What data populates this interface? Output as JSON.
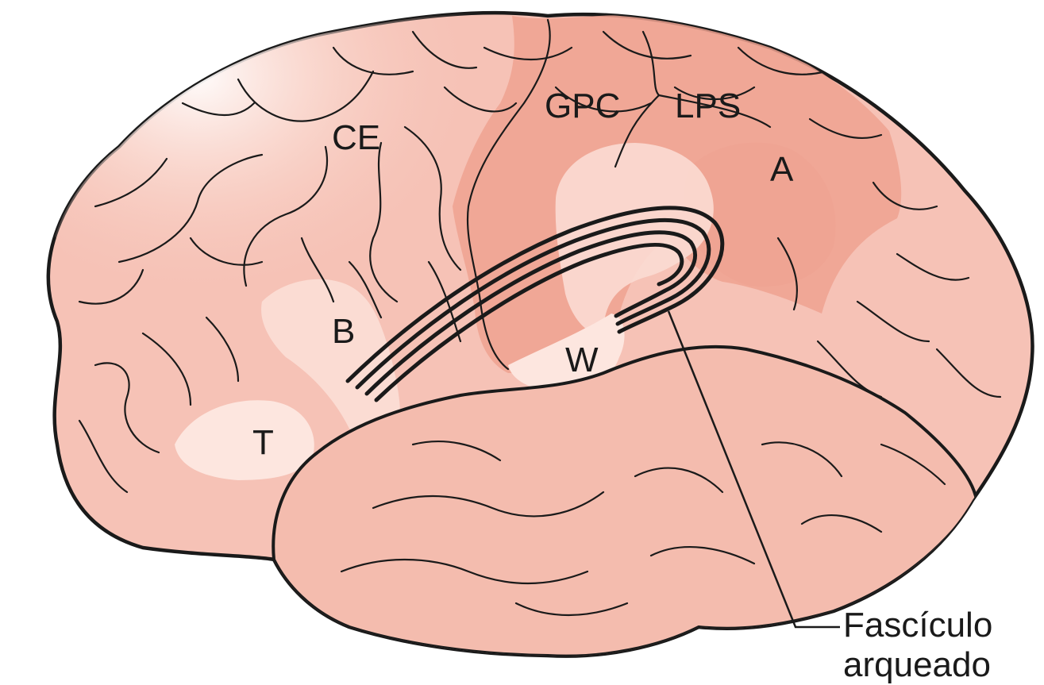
{
  "labels": {
    "ce": "CE",
    "gpc": "GPC",
    "lps": "LPS",
    "a": "A",
    "b": "B",
    "w": "W",
    "t": "T"
  },
  "callout": {
    "line1": "Fascículo",
    "line2": "arqueado"
  },
  "colors": {
    "brain_base": "#f6c2b6",
    "light_region": "#fbdcd3",
    "highlight_region": "#eea291",
    "outline": "#1a1a1a",
    "background": "#ffffff"
  }
}
